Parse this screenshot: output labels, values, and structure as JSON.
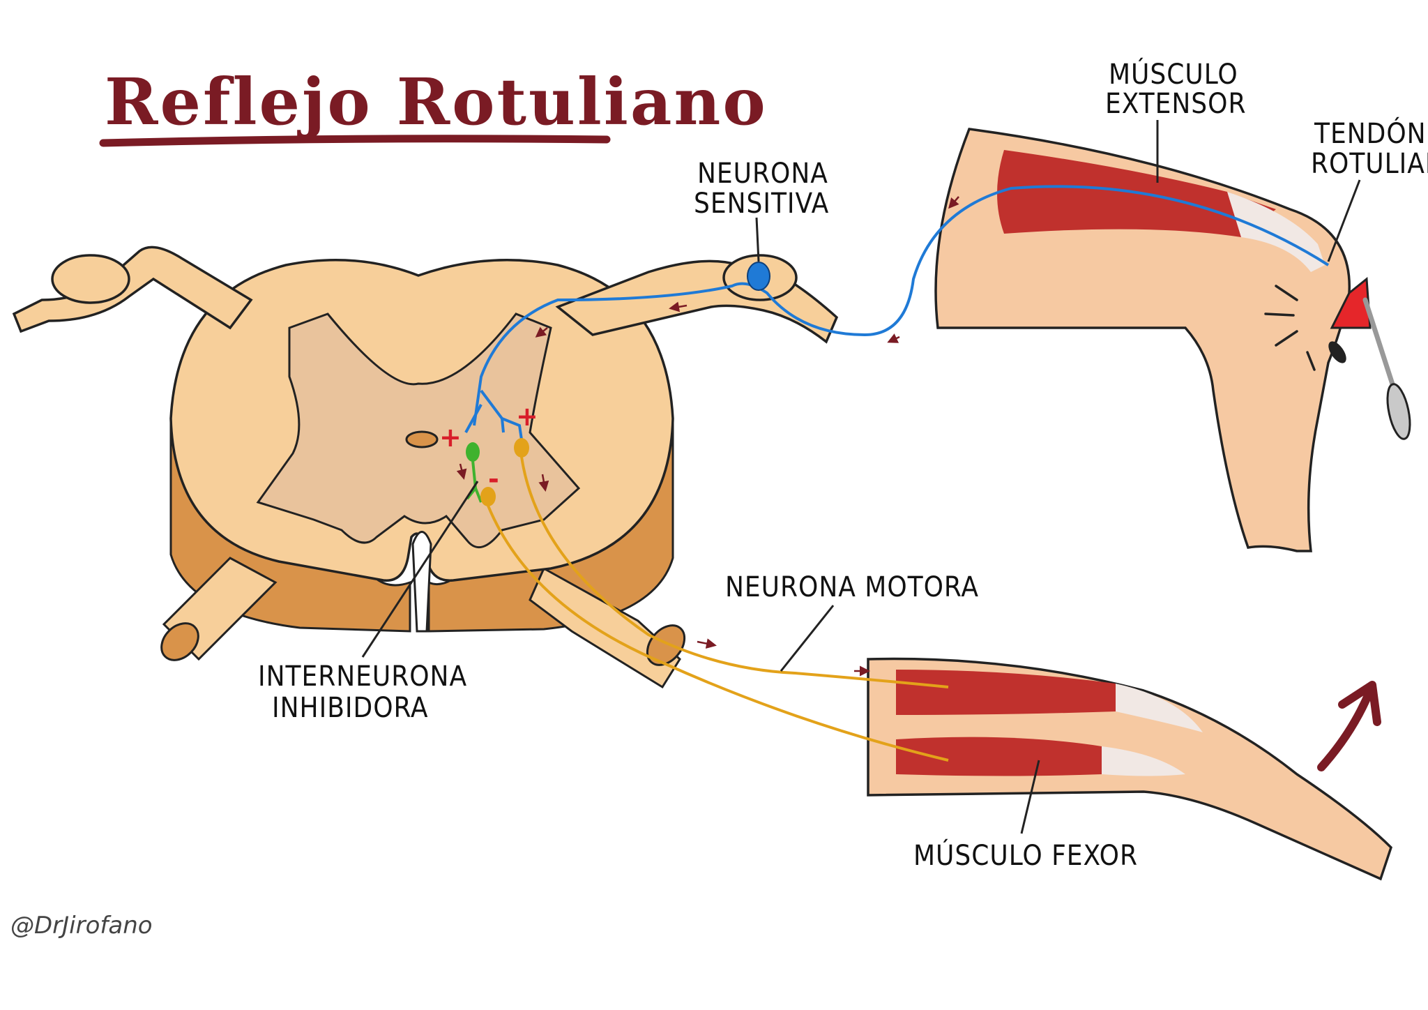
{
  "title": "Reflejo Rotuliano",
  "labels": {
    "sensory_neuron": [
      "NEURONA",
      "SENSITIVA"
    ],
    "extensor_muscle": [
      "MÚSCULO",
      "EXTENSOR"
    ],
    "patellar_tendon": [
      "TENDÓN",
      "ROTULIANO"
    ],
    "motor_neuron": "NEURONA MOTORA",
    "inhibitory_interneuron": [
      "INTERNEURONA",
      "INHIBIDORA"
    ],
    "flexor_muscle": "MÚSCULO FEXOR"
  },
  "signs": {
    "plus": "+",
    "minus": "-"
  },
  "credit": "@DrJirofano",
  "colors": {
    "title": "#7a1b24",
    "sensory": "#1f7ad6",
    "motor": "#e3a21a",
    "interneuron": "#3fb22e",
    "muscle": "#c0312d",
    "skin": "#f6c9a2",
    "white_matter": "#f7cf9a",
    "gray_matter": "#e9c39c",
    "cord_side": "#d9934a",
    "arrow": "#7a1b24",
    "hammer": "#e5262a"
  },
  "icons": [
    "reflex-hammer-icon",
    "movement-arrow-icon"
  ]
}
